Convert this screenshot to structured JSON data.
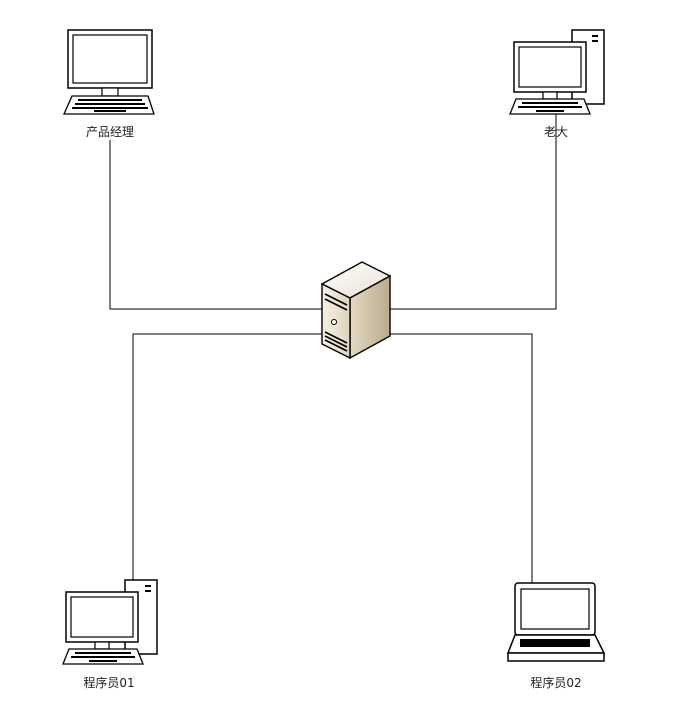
{
  "diagram": {
    "nodes": {
      "product_manager": {
        "label": "产品经理",
        "icon": "desktop-computer-icon"
      },
      "boss": {
        "label": "老大",
        "icon": "desktop-tower-computer-icon"
      },
      "server": {
        "label": "",
        "icon": "server-tower-icon"
      },
      "programmer_01": {
        "label": "程序员01",
        "icon": "desktop-tower-computer-icon"
      },
      "programmer_02": {
        "label": "程序员02",
        "icon": "laptop-computer-icon"
      }
    },
    "connections": [
      {
        "from": "product_manager",
        "to": "server"
      },
      {
        "from": "boss",
        "to": "server"
      },
      {
        "from": "programmer_01",
        "to": "server"
      },
      {
        "from": "programmer_02",
        "to": "server"
      }
    ],
    "colors": {
      "line": "#000000",
      "device_outline": "#000000",
      "device_fill": "#ffffff",
      "server_front": "#e9e2d4",
      "server_side": "#cbbfa6",
      "label": "#222222"
    }
  }
}
